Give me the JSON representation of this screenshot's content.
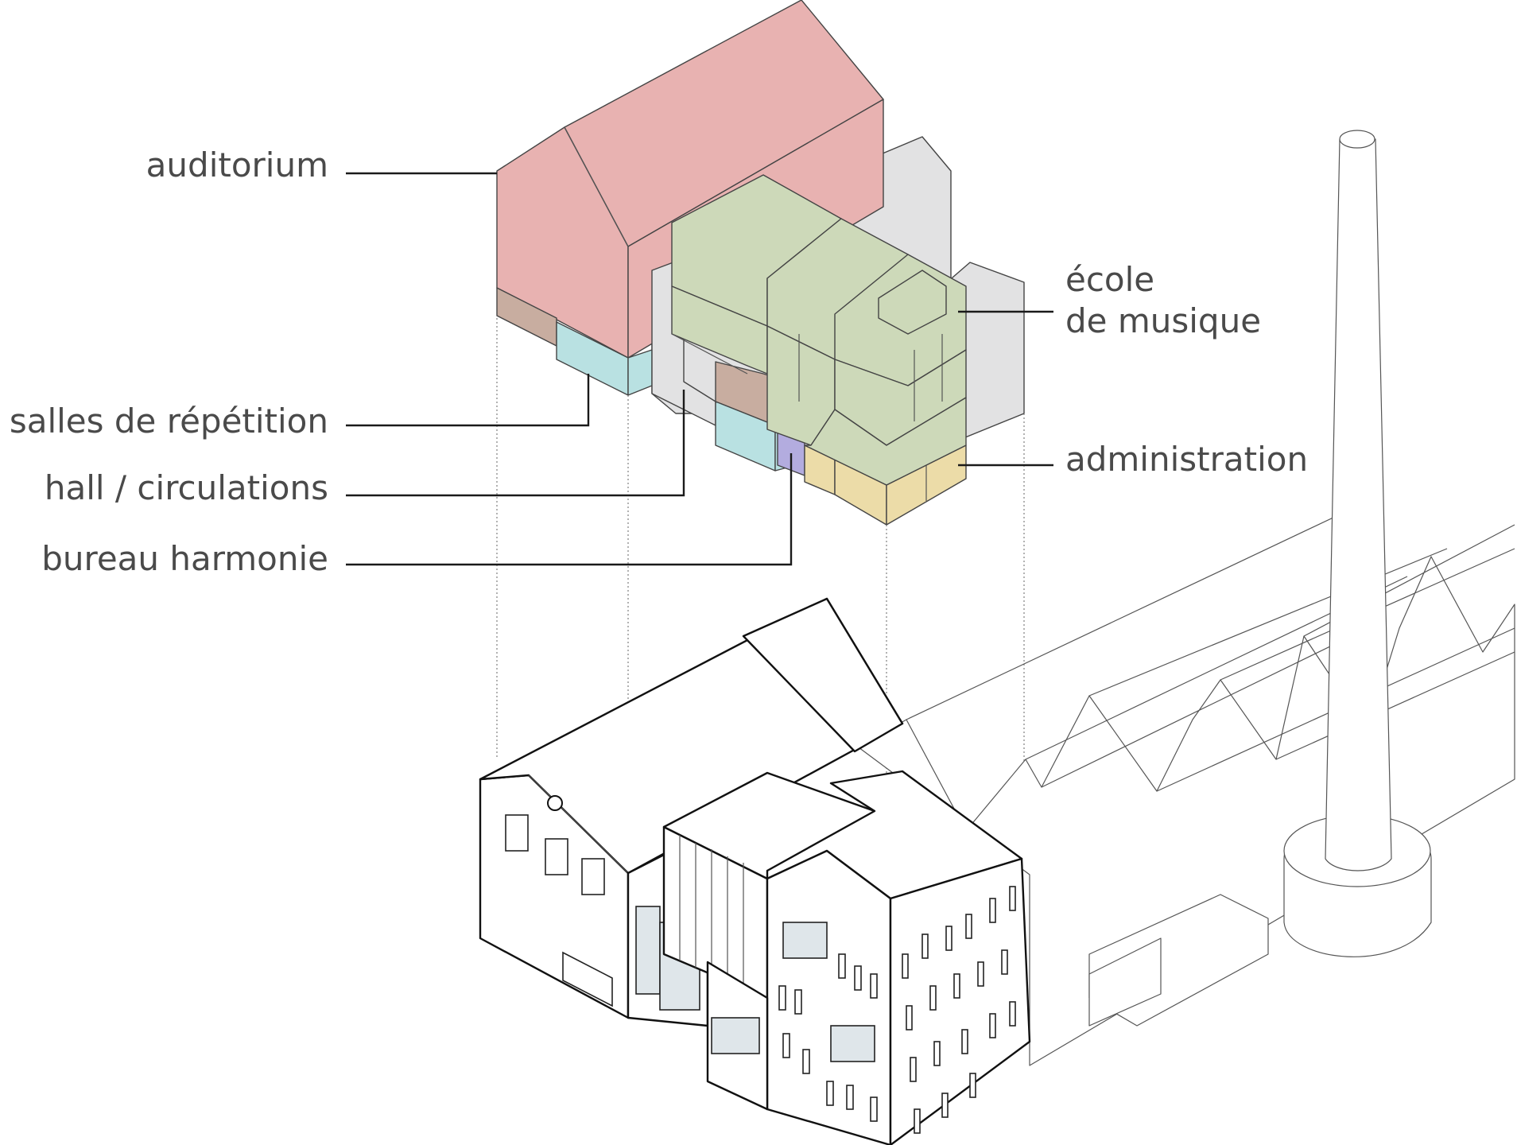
{
  "labels": {
    "auditorium": "auditorium",
    "salles": "salles de répétition",
    "hall": "hall / circulations",
    "bureau": "bureau harmonie",
    "ecole_line1": "école",
    "ecole_line2": "de musique",
    "administration": "administration"
  },
  "colors": {
    "auditorium": "#e8b2b1",
    "ecole": "#cdd9b9",
    "grey_volume": "#e2e2e3",
    "salles": "#b9e1e2",
    "brown_volume": "#c8ada0",
    "bureau": "#b3acdf",
    "administration": "#ecdca8"
  }
}
